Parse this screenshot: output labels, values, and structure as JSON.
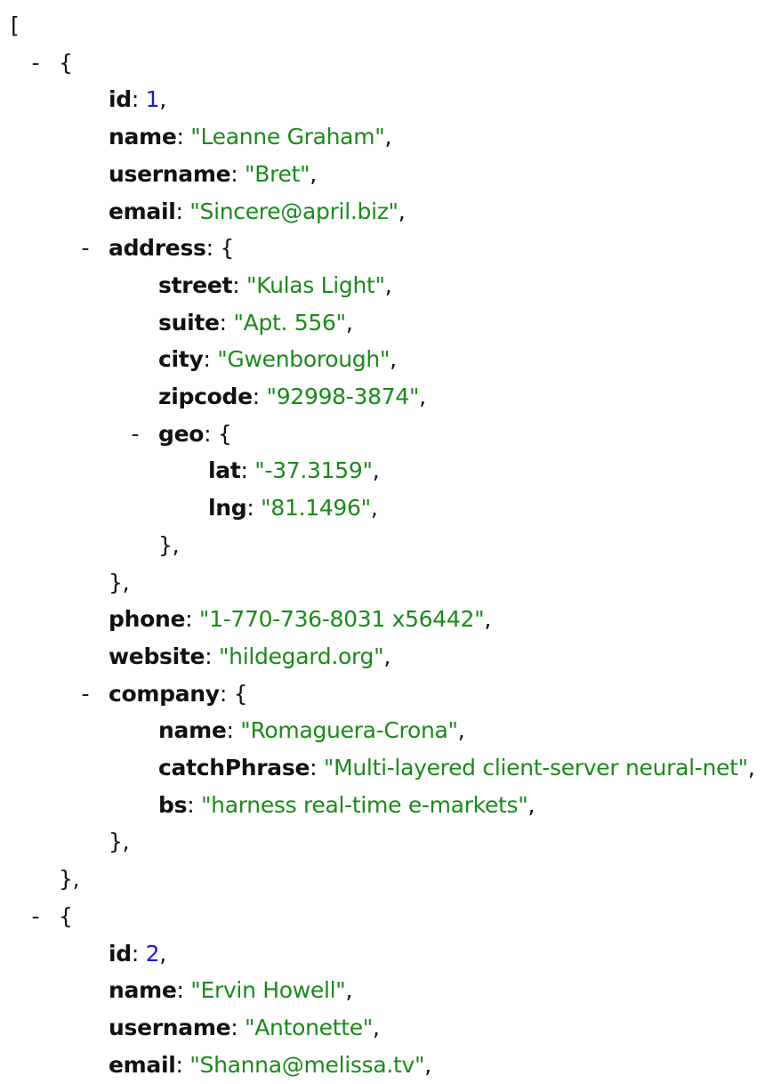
{
  "json_viewer": {
    "toggle_glyph": "-",
    "lines": [
      {
        "indent": 0,
        "toggle": false,
        "parts": [
          {
            "t": "[",
            "c": "p"
          }
        ]
      },
      {
        "indent": 1,
        "toggle": true,
        "parts": [
          {
            "t": "{",
            "c": "p"
          }
        ]
      },
      {
        "indent": 2,
        "toggle": false,
        "parts": [
          {
            "t": "id",
            "c": "k"
          },
          {
            "t": ": ",
            "c": "p"
          },
          {
            "t": "1",
            "c": "n"
          },
          {
            "t": ",",
            "c": "p"
          }
        ]
      },
      {
        "indent": 2,
        "toggle": false,
        "parts": [
          {
            "t": "name",
            "c": "k"
          },
          {
            "t": ": ",
            "c": "p"
          },
          {
            "t": "\"Leanne Graham\"",
            "c": "s"
          },
          {
            "t": ",",
            "c": "p"
          }
        ]
      },
      {
        "indent": 2,
        "toggle": false,
        "parts": [
          {
            "t": "username",
            "c": "k"
          },
          {
            "t": ": ",
            "c": "p"
          },
          {
            "t": "\"Bret\"",
            "c": "s"
          },
          {
            "t": ",",
            "c": "p"
          }
        ]
      },
      {
        "indent": 2,
        "toggle": false,
        "parts": [
          {
            "t": "email",
            "c": "k"
          },
          {
            "t": ": ",
            "c": "p"
          },
          {
            "t": "\"Sincere@april.biz\"",
            "c": "s"
          },
          {
            "t": ",",
            "c": "p"
          }
        ]
      },
      {
        "indent": 2,
        "toggle": true,
        "parts": [
          {
            "t": "address",
            "c": "k"
          },
          {
            "t": ": {",
            "c": "p"
          }
        ]
      },
      {
        "indent": 3,
        "toggle": false,
        "parts": [
          {
            "t": "street",
            "c": "k"
          },
          {
            "t": ": ",
            "c": "p"
          },
          {
            "t": "\"Kulas Light\"",
            "c": "s"
          },
          {
            "t": ",",
            "c": "p"
          }
        ]
      },
      {
        "indent": 3,
        "toggle": false,
        "parts": [
          {
            "t": "suite",
            "c": "k"
          },
          {
            "t": ": ",
            "c": "p"
          },
          {
            "t": "\"Apt. 556\"",
            "c": "s"
          },
          {
            "t": ",",
            "c": "p"
          }
        ]
      },
      {
        "indent": 3,
        "toggle": false,
        "parts": [
          {
            "t": "city",
            "c": "k"
          },
          {
            "t": ": ",
            "c": "p"
          },
          {
            "t": "\"Gwenborough\"",
            "c": "s"
          },
          {
            "t": ",",
            "c": "p"
          }
        ]
      },
      {
        "indent": 3,
        "toggle": false,
        "parts": [
          {
            "t": "zipcode",
            "c": "k"
          },
          {
            "t": ": ",
            "c": "p"
          },
          {
            "t": "\"92998-3874\"",
            "c": "s"
          },
          {
            "t": ",",
            "c": "p"
          }
        ]
      },
      {
        "indent": 3,
        "toggle": true,
        "parts": [
          {
            "t": "geo",
            "c": "k"
          },
          {
            "t": ": {",
            "c": "p"
          }
        ]
      },
      {
        "indent": 4,
        "toggle": false,
        "parts": [
          {
            "t": "lat",
            "c": "k"
          },
          {
            "t": ": ",
            "c": "p"
          },
          {
            "t": "\"-37.3159\"",
            "c": "s"
          },
          {
            "t": ",",
            "c": "p"
          }
        ]
      },
      {
        "indent": 4,
        "toggle": false,
        "parts": [
          {
            "t": "lng",
            "c": "k"
          },
          {
            "t": ": ",
            "c": "p"
          },
          {
            "t": "\"81.1496\"",
            "c": "s"
          },
          {
            "t": ",",
            "c": "p"
          }
        ]
      },
      {
        "indent": 3,
        "toggle": false,
        "parts": [
          {
            "t": "},",
            "c": "p"
          }
        ]
      },
      {
        "indent": 2,
        "toggle": false,
        "parts": [
          {
            "t": "},",
            "c": "p"
          }
        ]
      },
      {
        "indent": 2,
        "toggle": false,
        "parts": [
          {
            "t": "phone",
            "c": "k"
          },
          {
            "t": ": ",
            "c": "p"
          },
          {
            "t": "\"1-770-736-8031 x56442\"",
            "c": "s"
          },
          {
            "t": ",",
            "c": "p"
          }
        ]
      },
      {
        "indent": 2,
        "toggle": false,
        "parts": [
          {
            "t": "website",
            "c": "k"
          },
          {
            "t": ": ",
            "c": "p"
          },
          {
            "t": "\"hildegard.org\"",
            "c": "s"
          },
          {
            "t": ",",
            "c": "p"
          }
        ]
      },
      {
        "indent": 2,
        "toggle": true,
        "parts": [
          {
            "t": "company",
            "c": "k"
          },
          {
            "t": ": {",
            "c": "p"
          }
        ]
      },
      {
        "indent": 3,
        "toggle": false,
        "parts": [
          {
            "t": "name",
            "c": "k"
          },
          {
            "t": ": ",
            "c": "p"
          },
          {
            "t": "\"Romaguera-Crona\"",
            "c": "s"
          },
          {
            "t": ",",
            "c": "p"
          }
        ]
      },
      {
        "indent": 3,
        "toggle": false,
        "parts": [
          {
            "t": "catchPhrase",
            "c": "k"
          },
          {
            "t": ": ",
            "c": "p"
          },
          {
            "t": "\"Multi-layered client-server neural-net\"",
            "c": "s"
          },
          {
            "t": ",",
            "c": "p"
          }
        ]
      },
      {
        "indent": 3,
        "toggle": false,
        "parts": [
          {
            "t": "bs",
            "c": "k"
          },
          {
            "t": ": ",
            "c": "p"
          },
          {
            "t": "\"harness real-time e-markets\"",
            "c": "s"
          },
          {
            "t": ",",
            "c": "p"
          }
        ]
      },
      {
        "indent": 2,
        "toggle": false,
        "parts": [
          {
            "t": "},",
            "c": "p"
          }
        ]
      },
      {
        "indent": 1,
        "toggle": false,
        "parts": [
          {
            "t": "},",
            "c": "p"
          }
        ]
      },
      {
        "indent": 1,
        "toggle": true,
        "parts": [
          {
            "t": "{",
            "c": "p"
          }
        ]
      },
      {
        "indent": 2,
        "toggle": false,
        "parts": [
          {
            "t": "id",
            "c": "k"
          },
          {
            "t": ": ",
            "c": "p"
          },
          {
            "t": "2",
            "c": "n"
          },
          {
            "t": ",",
            "c": "p"
          }
        ]
      },
      {
        "indent": 2,
        "toggle": false,
        "parts": [
          {
            "t": "name",
            "c": "k"
          },
          {
            "t": ": ",
            "c": "p"
          },
          {
            "t": "\"Ervin Howell\"",
            "c": "s"
          },
          {
            "t": ",",
            "c": "p"
          }
        ]
      },
      {
        "indent": 2,
        "toggle": false,
        "parts": [
          {
            "t": "username",
            "c": "k"
          },
          {
            "t": ": ",
            "c": "p"
          },
          {
            "t": "\"Antonette\"",
            "c": "s"
          },
          {
            "t": ",",
            "c": "p"
          }
        ]
      },
      {
        "indent": 2,
        "toggle": false,
        "parts": [
          {
            "t": "email",
            "c": "k"
          },
          {
            "t": ": ",
            "c": "p"
          },
          {
            "t": "\"Shanna@melissa.tv\"",
            "c": "s"
          },
          {
            "t": ",",
            "c": "p"
          }
        ]
      }
    ]
  }
}
